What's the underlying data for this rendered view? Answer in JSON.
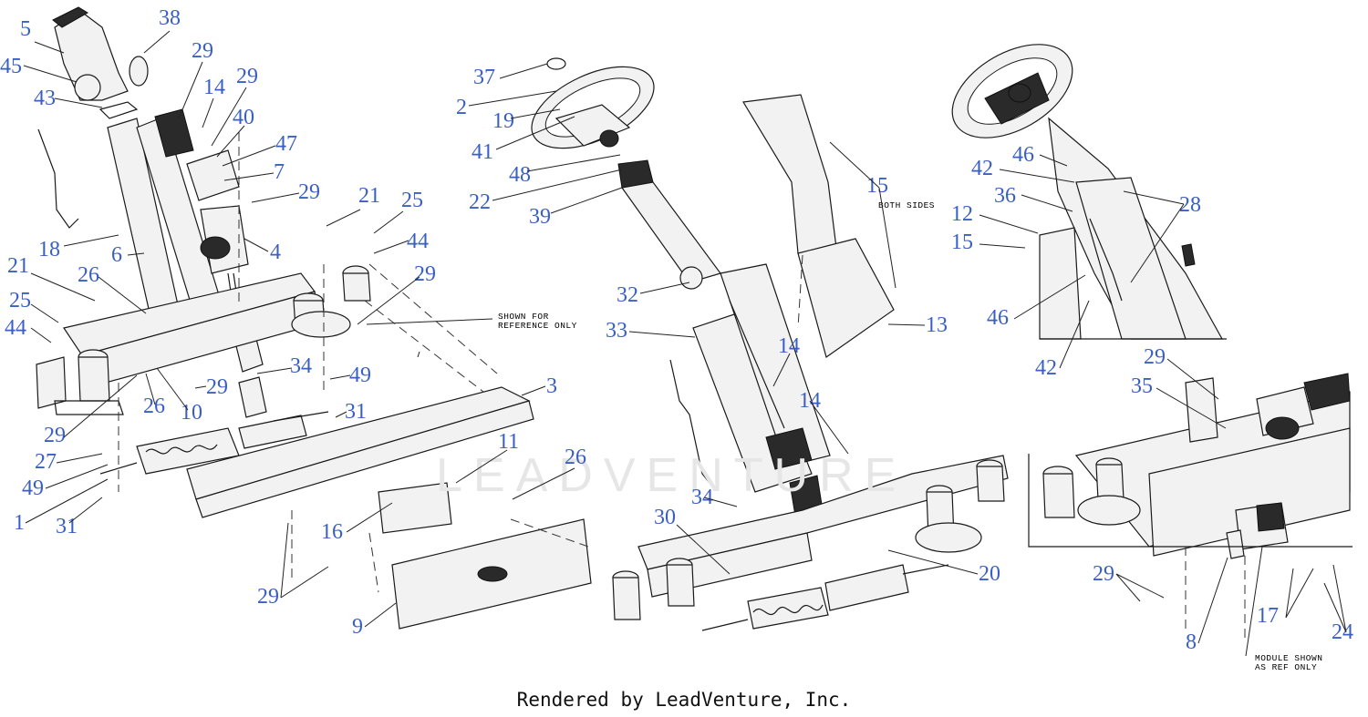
{
  "footer": {
    "text": "Rendered by LeadVenture, Inc."
  },
  "watermark": {
    "text": "LEADVENTURE"
  },
  "notes": {
    "shown_for_reference": "SHOWN FOR\nREFERENCE ONLY",
    "both_sides": "BOTH SIDES",
    "module_shown": "MODULE SHOWN\nAS REF ONLY"
  },
  "colors": {
    "callout": "#3a5fc4",
    "line": "#1a1a1a",
    "watermark": "#e6e6e6"
  },
  "callouts": [
    "5",
    "38",
    "45",
    "29",
    "43",
    "14",
    "29",
    "40",
    "47",
    "7",
    "29",
    "18",
    "6",
    "4",
    "21",
    "25",
    "44",
    "21",
    "26",
    "25",
    "44",
    "29",
    "34",
    "29",
    "49",
    "26",
    "10",
    "31",
    "3",
    "29",
    "27",
    "49",
    "1",
    "31",
    "16",
    "11",
    "26",
    "29",
    "9",
    "37",
    "2",
    "19",
    "41",
    "48",
    "22",
    "39",
    "32",
    "33",
    "14",
    "14",
    "34",
    "30",
    "20",
    "15",
    "13",
    "46",
    "42",
    "36",
    "28",
    "12",
    "15",
    "46",
    "42",
    "29",
    "35",
    "29",
    "17",
    "8",
    "24"
  ]
}
